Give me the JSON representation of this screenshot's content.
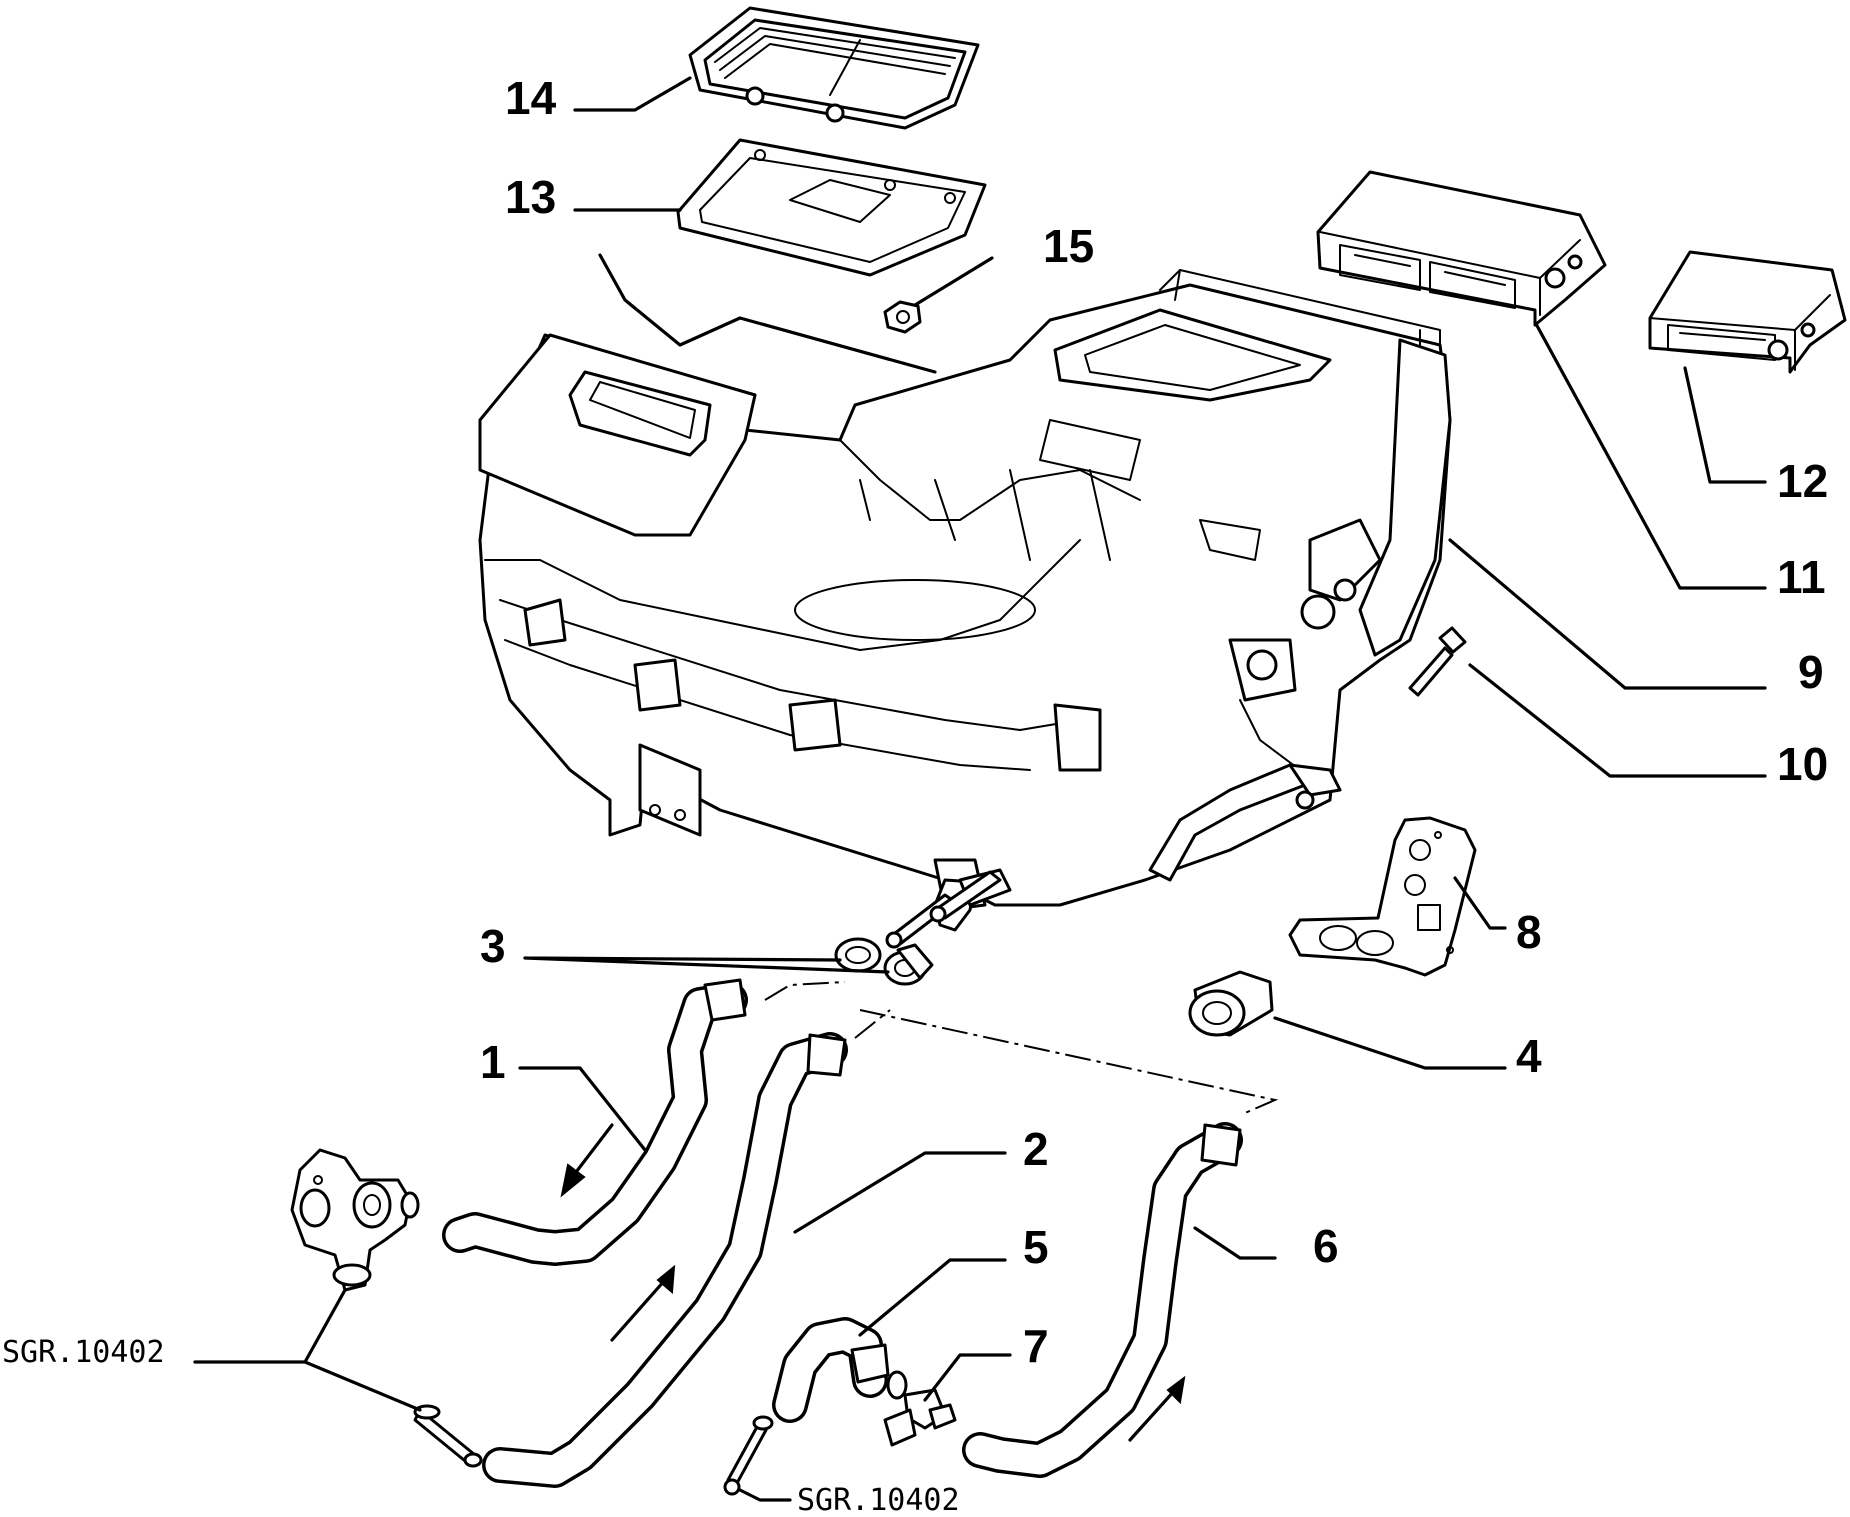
{
  "callouts": [
    {
      "id": "1",
      "text": "1"
    },
    {
      "id": "2",
      "text": "2"
    },
    {
      "id": "3",
      "text": "3"
    },
    {
      "id": "4",
      "text": "4"
    },
    {
      "id": "5",
      "text": "5"
    },
    {
      "id": "6",
      "text": "6"
    },
    {
      "id": "7",
      "text": "7"
    },
    {
      "id": "8",
      "text": "8"
    },
    {
      "id": "9",
      "text": "9"
    },
    {
      "id": "10",
      "text": "10"
    },
    {
      "id": "11",
      "text": "11"
    },
    {
      "id": "12",
      "text": "12"
    },
    {
      "id": "13",
      "text": "13"
    },
    {
      "id": "14",
      "text": "14"
    },
    {
      "id": "15",
      "text": "15"
    }
  ],
  "references": [
    {
      "id": "left",
      "text": "SGR.10402"
    },
    {
      "id": "bottom",
      "text": "SGR.10402"
    }
  ]
}
